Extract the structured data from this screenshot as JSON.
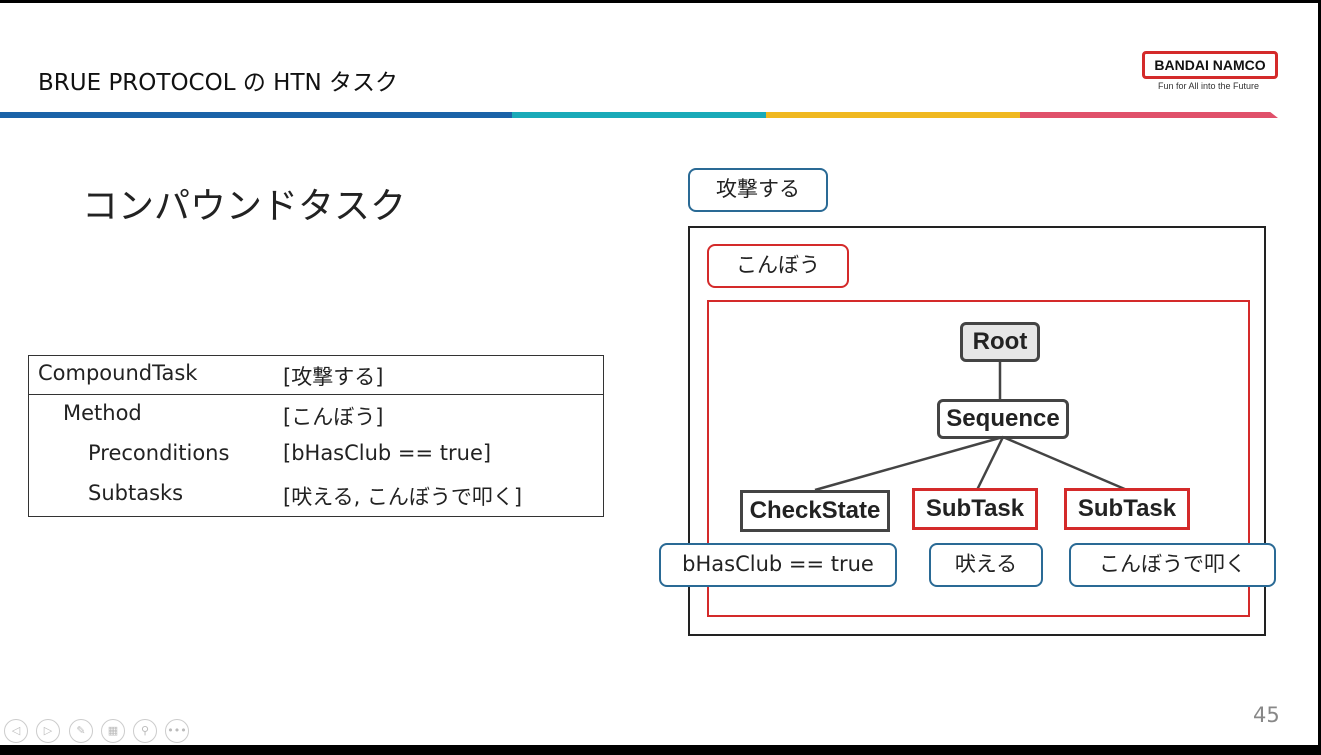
{
  "header": {
    "title": "BRUE PROTOCOL の HTN タスク",
    "logo": "BANDAI NAMCO",
    "tagline": "Fun for All into the Future",
    "bar_colors": [
      "#1a63a8",
      "#19aab8",
      "#f0b820",
      "#e0506a"
    ]
  },
  "heading": "コンパウンドタスク",
  "table": {
    "rows": [
      {
        "label": "CompoundTask",
        "value": "[攻撃する]"
      },
      {
        "label": "Method",
        "value": "[こんぼう]"
      },
      {
        "label": "Preconditions",
        "value": "[bHasClub == true]"
      },
      {
        "label": "Subtasks",
        "value": "[吠える, こんぼうで叩く]"
      }
    ]
  },
  "diagram": {
    "compound_label": "攻撃する",
    "method_label": "こんぼう",
    "root": "Root",
    "sequence": "Sequence",
    "children": [
      {
        "node": "CheckState",
        "label": "bHasClub == true"
      },
      {
        "node": "SubTask",
        "label": "吠える"
      },
      {
        "node": "SubTask",
        "label": "こんぼうで叩く"
      }
    ]
  },
  "page_number": "45",
  "controls": [
    "previous-icon",
    "next-icon",
    "pen-icon",
    "slides-icon",
    "zoom-icon",
    "more-icon"
  ]
}
